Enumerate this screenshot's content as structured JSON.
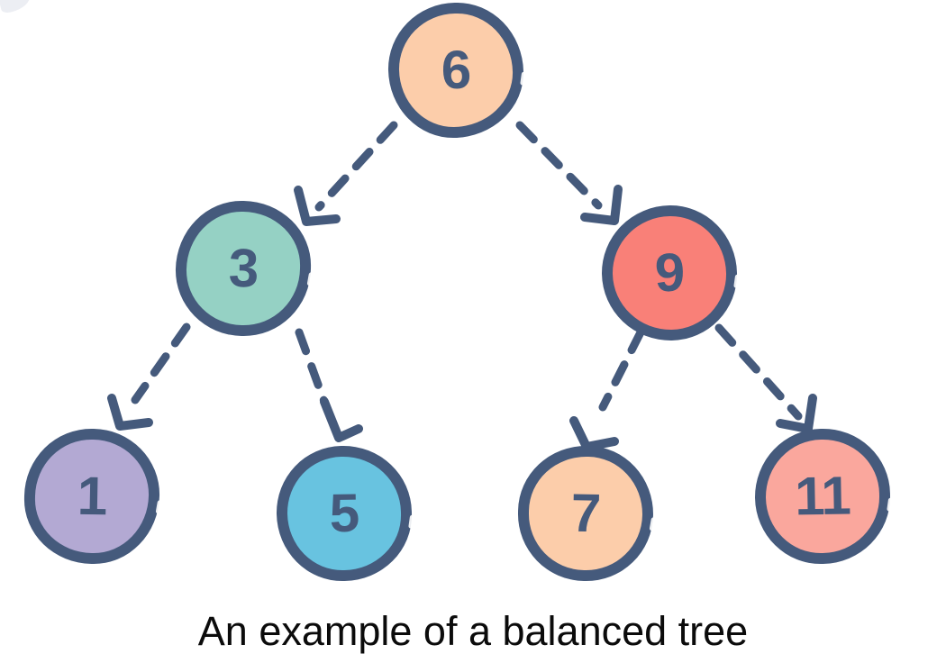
{
  "diagram": {
    "caption": "An example of a balanced tree",
    "colors": {
      "stroke": "#455A7C",
      "caption": "#0b0b0b",
      "background": "#ffffff"
    },
    "nodes": [
      {
        "value": "6",
        "fill": "#FCCDAA",
        "level": 0,
        "parent": null,
        "side": "root"
      },
      {
        "value": "3",
        "fill": "#95D1C4",
        "level": 1,
        "parent": "6",
        "side": "left"
      },
      {
        "value": "9",
        "fill": "#F98078",
        "level": 1,
        "parent": "6",
        "side": "right"
      },
      {
        "value": "1",
        "fill": "#B3A9D3",
        "level": 2,
        "parent": "3",
        "side": "left"
      },
      {
        "value": "5",
        "fill": "#68C3E0",
        "level": 2,
        "parent": "3",
        "side": "right"
      },
      {
        "value": "7",
        "fill": "#FCCDAA",
        "level": 2,
        "parent": "9",
        "side": "left"
      },
      {
        "value": "11",
        "fill": "#FAA79D",
        "level": 2,
        "parent": "9",
        "side": "right"
      }
    ],
    "edges": [
      {
        "from": "6",
        "to": "3"
      },
      {
        "from": "6",
        "to": "9"
      },
      {
        "from": "3",
        "to": "1"
      },
      {
        "from": "3",
        "to": "5"
      },
      {
        "from": "9",
        "to": "7"
      },
      {
        "from": "9",
        "to": "11"
      }
    ]
  }
}
